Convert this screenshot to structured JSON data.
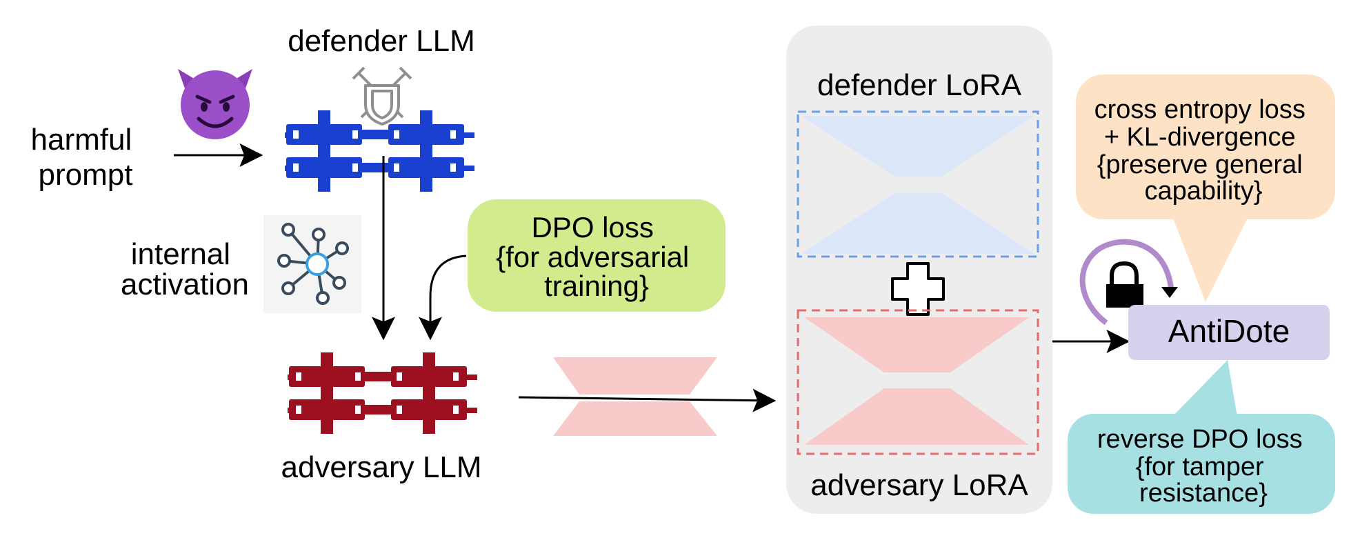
{
  "labels": {
    "harmful_prompt": [
      "harmful",
      "prompt"
    ],
    "defender_llm": "defender LLM",
    "internal_activation": [
      "internal",
      "activation"
    ],
    "adversary_llm": "adversary LLM",
    "dpo_box": [
      "DPO loss",
      "{for adversarial",
      "training}"
    ],
    "defender_lora": "defender LoRA",
    "adversary_lora": "adversary LoRA",
    "antidote": "AntiDote",
    "ce_box": [
      "cross entropy loss",
      "+ KL-divergence",
      "{preserve general",
      "capability}"
    ],
    "reverse_box": [
      "reverse DPO loss",
      "{for tamper",
      "resistance}"
    ]
  },
  "colors": {
    "defender_blue": "#1a40d0",
    "adversary_red": "#9c1020",
    "dpo_green": "#d2eb8c",
    "ce_orange": "#fde2c6",
    "reverse_teal": "#a6e0e2",
    "antidote_lavender": "#d4d2ec",
    "lora_panel": "#ededed",
    "lora_blue_fill": "#dbe7f9",
    "lora_blue_border": "#6b9de8",
    "lora_red_fill": "#f9caca",
    "lora_red_border": "#e46b6b",
    "loop_purple": "#b18ac9"
  },
  "icons": {
    "devil": "smiling-devil-emoji-icon",
    "shield": "crossed-swords-shield-icon",
    "network": "network-graph-icon",
    "lock": "padlock-icon",
    "plus": "plus-icon"
  }
}
